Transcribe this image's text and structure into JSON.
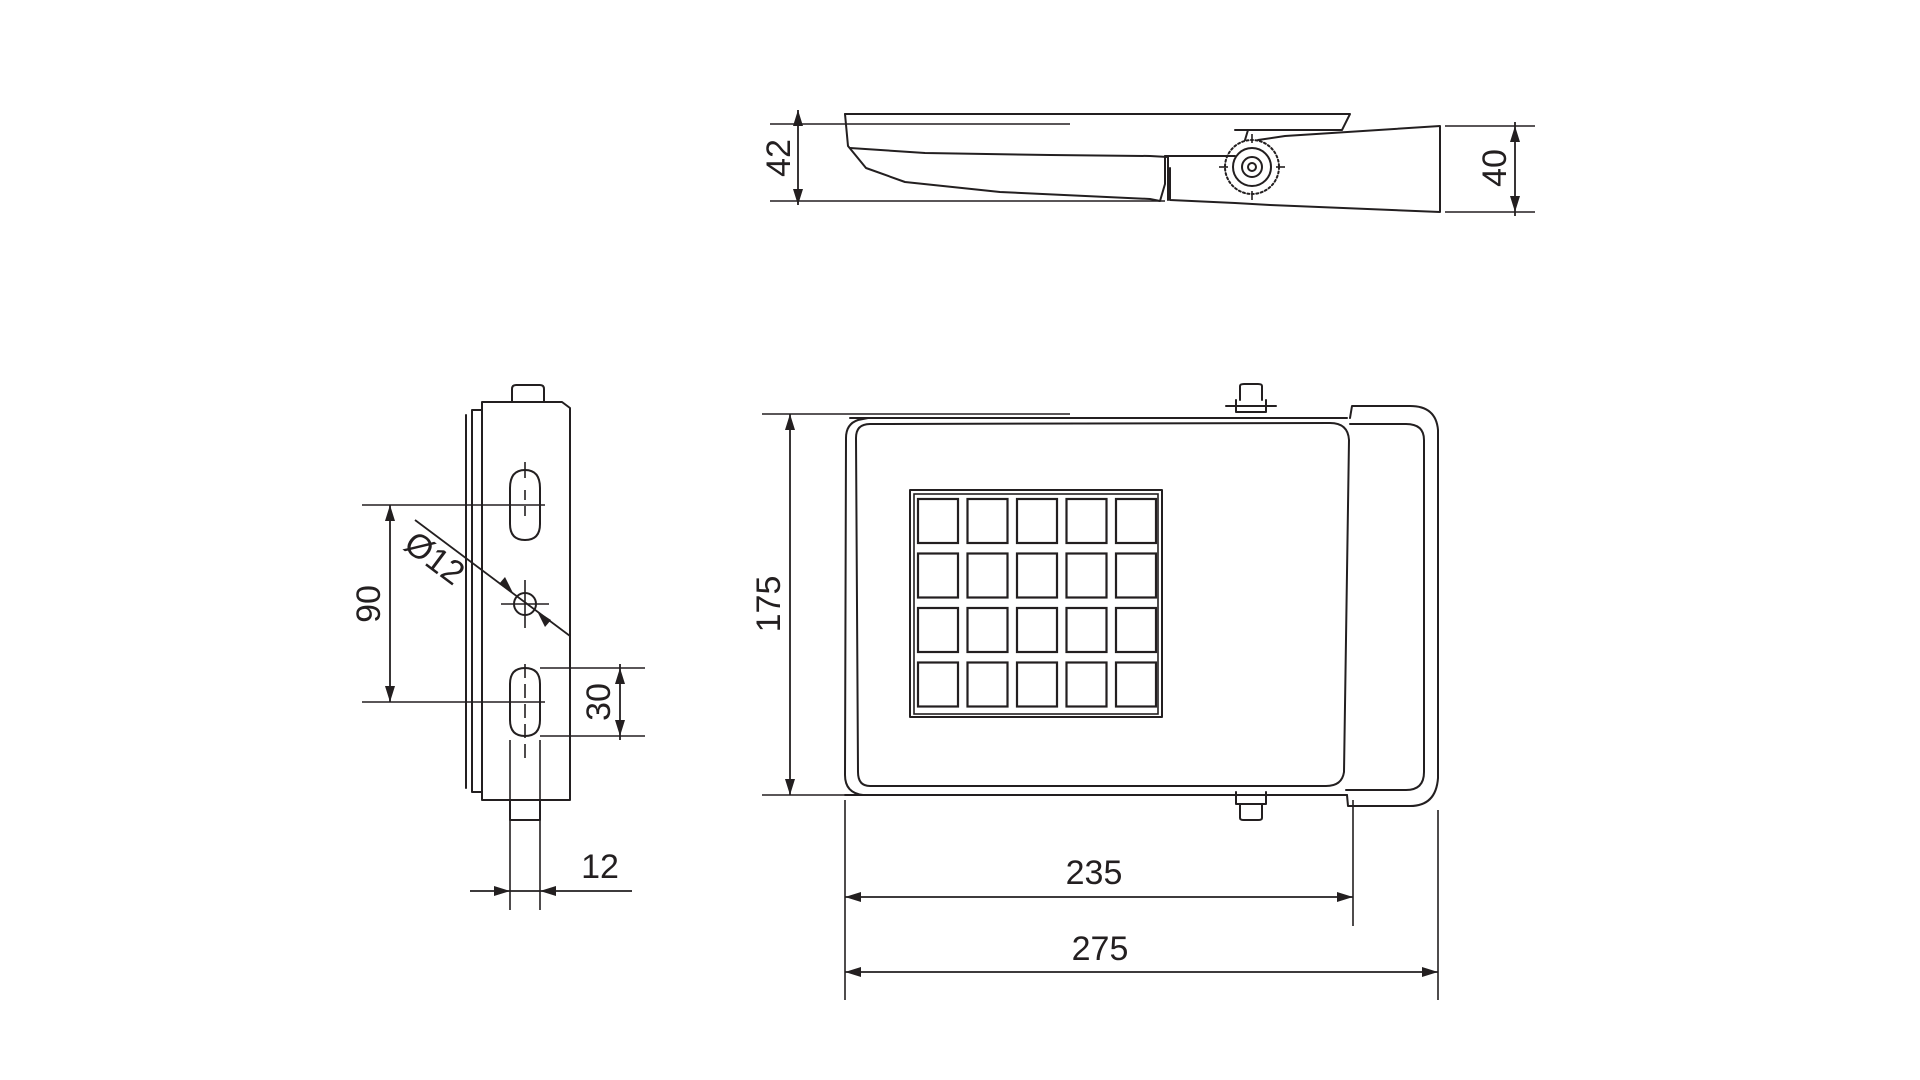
{
  "dimensions": {
    "top_height": "42",
    "bracket_height": "40",
    "hole_spacing": "90",
    "hole_diameter": "Ø12",
    "slot_length": "30",
    "side_thickness": "12",
    "front_height": "175",
    "body_width": "235",
    "overall_width": "275"
  },
  "led_grid": {
    "rows": 4,
    "cols": 5
  },
  "colors": {
    "line": "#231f20",
    "background": "#ffffff"
  }
}
